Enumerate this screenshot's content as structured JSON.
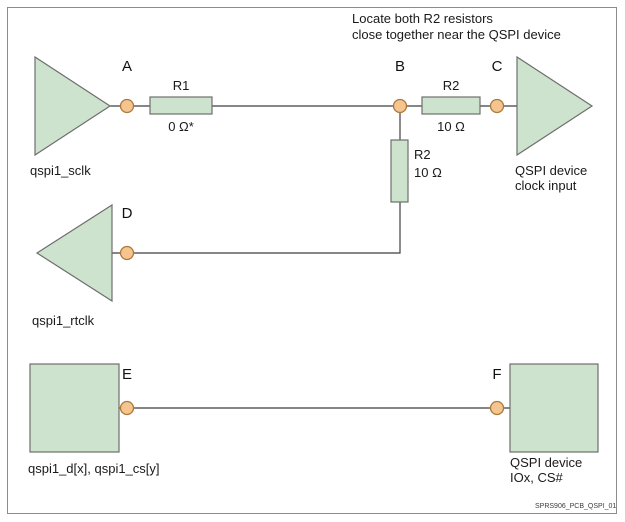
{
  "colors": {
    "shape_fill": "#cee3cd",
    "shape_stroke": "#6e6e6e",
    "node_fill": "#f6c48e",
    "node_stroke": "#a87b3c",
    "wire": "#3f3f3f"
  },
  "note": {
    "line1": "Locate both R2 resistors",
    "line2": "close together near the QSPI device"
  },
  "pins": {
    "a": "A",
    "b": "B",
    "c": "C",
    "d": "D",
    "e": "E",
    "f": "F"
  },
  "resistors": {
    "r1": {
      "name": "R1",
      "value": "0 Ω*"
    },
    "r2_series": {
      "name": "R2",
      "value": "10 Ω"
    },
    "r2_shunt": {
      "name": "R2",
      "value": "10 Ω"
    }
  },
  "signals": {
    "sclk": "qspi1_sclk",
    "rtclk": "qspi1_rtclk",
    "data": "qspi1_d[x], qspi1_cs[y]"
  },
  "devices": {
    "clock_input": {
      "line1": "QSPI device",
      "line2": "clock input"
    },
    "io": {
      "line1": "QSPI device",
      "line2": "IOx, CS#"
    }
  },
  "figure_id": "SPRS906_PCB_QSPI_01"
}
